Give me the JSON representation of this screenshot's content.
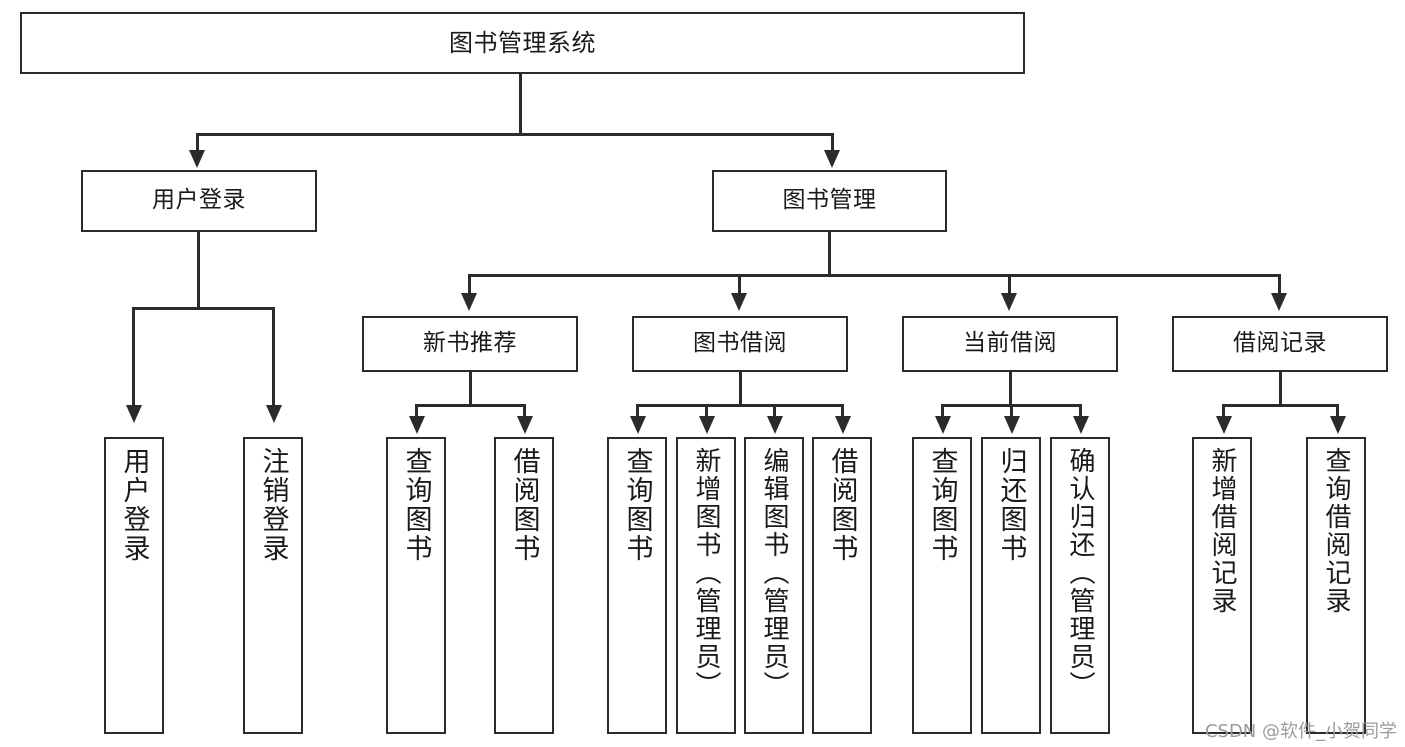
{
  "diagram": {
    "type": "hierarchical-tree-flowchart",
    "title": "图书管理系统",
    "watermark": "CSDN @软件_小贺同学",
    "levels": 4,
    "root": {
      "id": "root",
      "label": "图书管理系统",
      "orientation": "horizontal"
    },
    "level2": [
      {
        "id": "user-login",
        "label": "用户登录",
        "orientation": "horizontal"
      },
      {
        "id": "book-management",
        "label": "图书管理",
        "orientation": "horizontal"
      }
    ],
    "level3": [
      {
        "id": "new-book-recommend",
        "label": "新书推荐",
        "orientation": "horizontal",
        "parent": "book-management"
      },
      {
        "id": "book-borrow",
        "label": "图书借阅",
        "orientation": "horizontal",
        "parent": "book-management"
      },
      {
        "id": "current-borrow",
        "label": "当前借阅",
        "orientation": "horizontal",
        "parent": "book-management"
      },
      {
        "id": "borrow-record",
        "label": "借阅记录",
        "orientation": "horizontal",
        "parent": "book-management"
      }
    ],
    "leaves": {
      "user_login": [
        {
          "id": "leaf-user-login",
          "label": "用户登录",
          "orientation": "vertical"
        },
        {
          "id": "leaf-logout-login",
          "label": "注销登录",
          "orientation": "vertical"
        }
      ],
      "new_book_recommend": [
        {
          "id": "leaf-query-book-1",
          "label": "查询图书",
          "orientation": "vertical"
        },
        {
          "id": "leaf-borrow-book-1",
          "label": "借阅图书",
          "orientation": "vertical"
        }
      ],
      "book_borrow": [
        {
          "id": "leaf-query-book-2",
          "label": "查询图书",
          "orientation": "vertical"
        },
        {
          "id": "leaf-add-book-admin",
          "label": "新增图书（管理员）",
          "orientation": "vertical"
        },
        {
          "id": "leaf-edit-book-admin",
          "label": "编辑图书（管理员）",
          "orientation": "vertical"
        },
        {
          "id": "leaf-borrow-book-2",
          "label": "借阅图书",
          "orientation": "vertical"
        }
      ],
      "current_borrow": [
        {
          "id": "leaf-query-book-3",
          "label": "查询图书",
          "orientation": "vertical"
        },
        {
          "id": "leaf-return-book",
          "label": "归还图书",
          "orientation": "vertical"
        },
        {
          "id": "leaf-confirm-return-admin",
          "label": "确认归还（管理员）",
          "orientation": "vertical"
        }
      ],
      "borrow_record": [
        {
          "id": "leaf-add-borrow-record",
          "label": "新增借阅记录",
          "orientation": "vertical"
        },
        {
          "id": "leaf-query-borrow-record",
          "label": "查询借阅记录",
          "orientation": "vertical"
        }
      ]
    },
    "colors": {
      "stroke": "#2b2b2b",
      "fill": "#ffffff",
      "text": "#1a1a1a",
      "watermark": "#9b9b9b"
    }
  }
}
